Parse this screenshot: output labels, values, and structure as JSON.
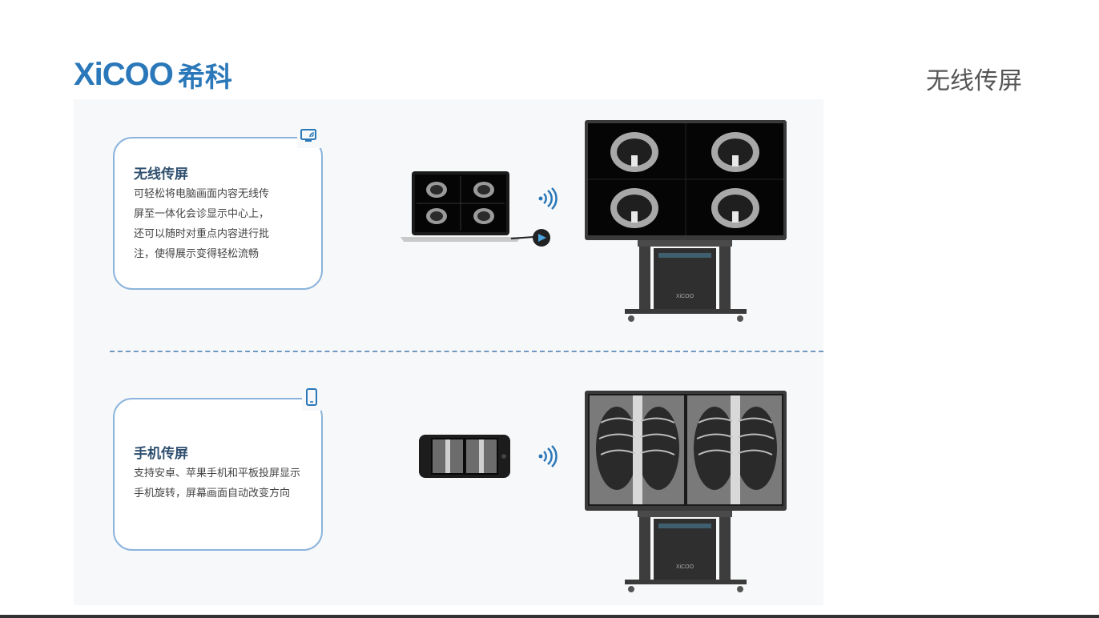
{
  "header": {
    "logo_word": "XiCOO",
    "logo_cn": "希科",
    "page_title": "无线传屏"
  },
  "sections": [
    {
      "title": "无线传屏",
      "text": "可轻松将电脑画面内容无线传\n屏至一体化会诊显示中心上，\n还可以随时对重点内容进行批\n注，使得展示变得轻松流畅",
      "icon": "screen-cast-icon"
    },
    {
      "title": "手机传屏",
      "text": "支持安卓、苹果手机和平板投屏显示\n手机旋转，屏幕画面自动改变方向",
      "icon": "smartphone-icon"
    }
  ],
  "device": {
    "brand_mark": "XiCOO"
  },
  "colors": {
    "brand": "#2a78b9",
    "card_border": "#8cb4dc",
    "divider": "#6f98c4",
    "title_text": "#2f4f6f"
  }
}
